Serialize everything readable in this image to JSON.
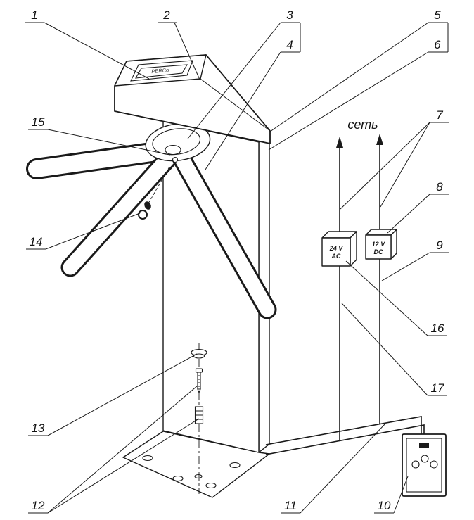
{
  "figure": {
    "network_label": "сеть",
    "display_text": "PERCo"
  },
  "psu_boxes": {
    "box1": {
      "line1": "24 V",
      "line2": "AC"
    },
    "box2": {
      "line1": "12 V",
      "line2": "DC"
    }
  },
  "callouts": [
    {
      "label": "1"
    },
    {
      "label": "2"
    },
    {
      "label": "3"
    },
    {
      "label": "4"
    },
    {
      "label": "5"
    },
    {
      "label": "6"
    },
    {
      "label": "7"
    },
    {
      "label": "8"
    },
    {
      "label": "9"
    },
    {
      "label": "10"
    },
    {
      "label": "11"
    },
    {
      "label": "12"
    },
    {
      "label": "13"
    },
    {
      "label": "14"
    },
    {
      "label": "15"
    },
    {
      "label": "16"
    },
    {
      "label": "17"
    }
  ],
  "colors": {
    "line": "#1a1a1a",
    "background": "#ffffff"
  }
}
